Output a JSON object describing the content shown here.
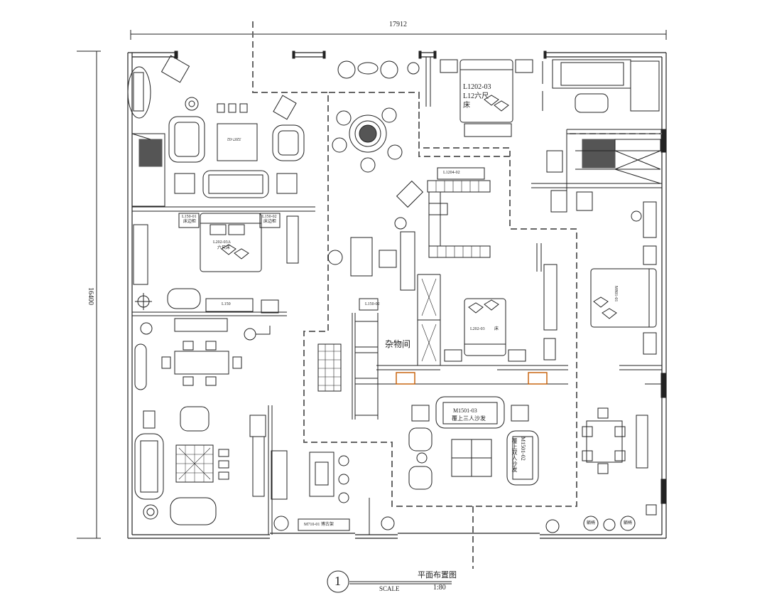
{
  "dimensions": {
    "width_total": "17912",
    "height_total": "16400"
  },
  "title_block": {
    "number": "1",
    "title": "平面布置图",
    "scale_label": "SCALE",
    "scale_value": "1:80"
  },
  "rooms": {
    "storage": "杂物间"
  },
  "furniture": {
    "bed_top_code": "L1202-03",
    "bed_top_name": "L12六尺",
    "bed_top_name2": "床",
    "bed_center_code": "L202-03",
    "bed_center_name": "床",
    "bed_left_code": "L202-03A",
    "bed_left_name": "六尺床",
    "sofa_center_code": "M1501-03",
    "sofa_center_name": "覆上三人沙发",
    "sofa_right_code": "M1501-02",
    "sofa_right_name": "覆上双人沙发",
    "bedside_left_1": "L150-01",
    "bedside_left_1b": "床边柜",
    "bedside_left_2": "L150-02",
    "bedside_left_2b": "床边柜",
    "dining_chair": "L150-02",
    "cabinet_bottom": "M710-01 博古架",
    "round_table": "L1204-02",
    "right_bed_code": "M801-01",
    "left_table_code": "J207-02",
    "tv_cabinet": "L150",
    "bottom_right_1": "躺椅",
    "bottom_right_2": "躺椅"
  }
}
